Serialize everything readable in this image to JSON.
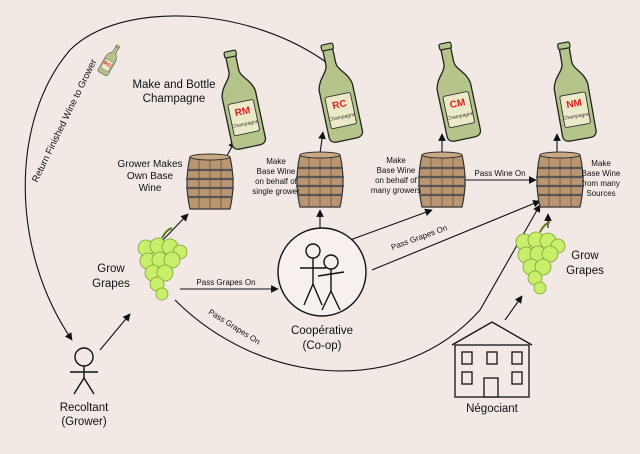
{
  "colors": {
    "background": "#f2e8e4",
    "bottle": "#b5c48a",
    "bottle_label": "#ece9c8",
    "code_text": "#dd2222",
    "grape": "#c8ee6a",
    "barrel": "#b99572",
    "barrel_hoop": "#555555"
  },
  "labels": {
    "return_wine": "Return Finished Wine to Grower",
    "make_bottle_l1": "Make and Bottle",
    "make_bottle_l2": "Champagne",
    "grower_makes_l1": "Grower Makes",
    "grower_makes_l2": "Own Base",
    "grower_makes_l3": "Wine",
    "base_single_l1": "Make",
    "base_single_l2": "Base Wine",
    "base_single_l3": "on behalf of",
    "base_single_l4": "single grower",
    "base_many_l1": "Make",
    "base_many_l2": "Base Wine",
    "base_many_l3": "on behalf of",
    "base_many_l4": "many growers",
    "pass_wine_on": "Pass Wine On",
    "base_sources_l1": "Make",
    "base_sources_l2": "Base Wine",
    "base_sources_l3": "from many",
    "base_sources_l4": "Sources",
    "grow_grapes_left_l1": "Grow",
    "grow_grapes_left_l2": "Grapes",
    "grow_grapes_right_l1": "Grow",
    "grow_grapes_right_l2": "Grapes",
    "pass_grapes_coop": "Pass Grapes On",
    "pass_grapes_cm": "Pass Grapes On",
    "pass_grapes_negociant": "Pass Grapes On",
    "cooperative_l1": "Coopérative",
    "cooperative_l2": "(Co-op)",
    "recoltant_l1": "Recoltant",
    "recoltant_l2": "(Grower)",
    "negociant": "Négociant",
    "bottle_script": "Champagne"
  },
  "bottles": [
    {
      "code": "RM"
    },
    {
      "code": "RC"
    },
    {
      "code": "CM"
    },
    {
      "code": "NM"
    }
  ]
}
